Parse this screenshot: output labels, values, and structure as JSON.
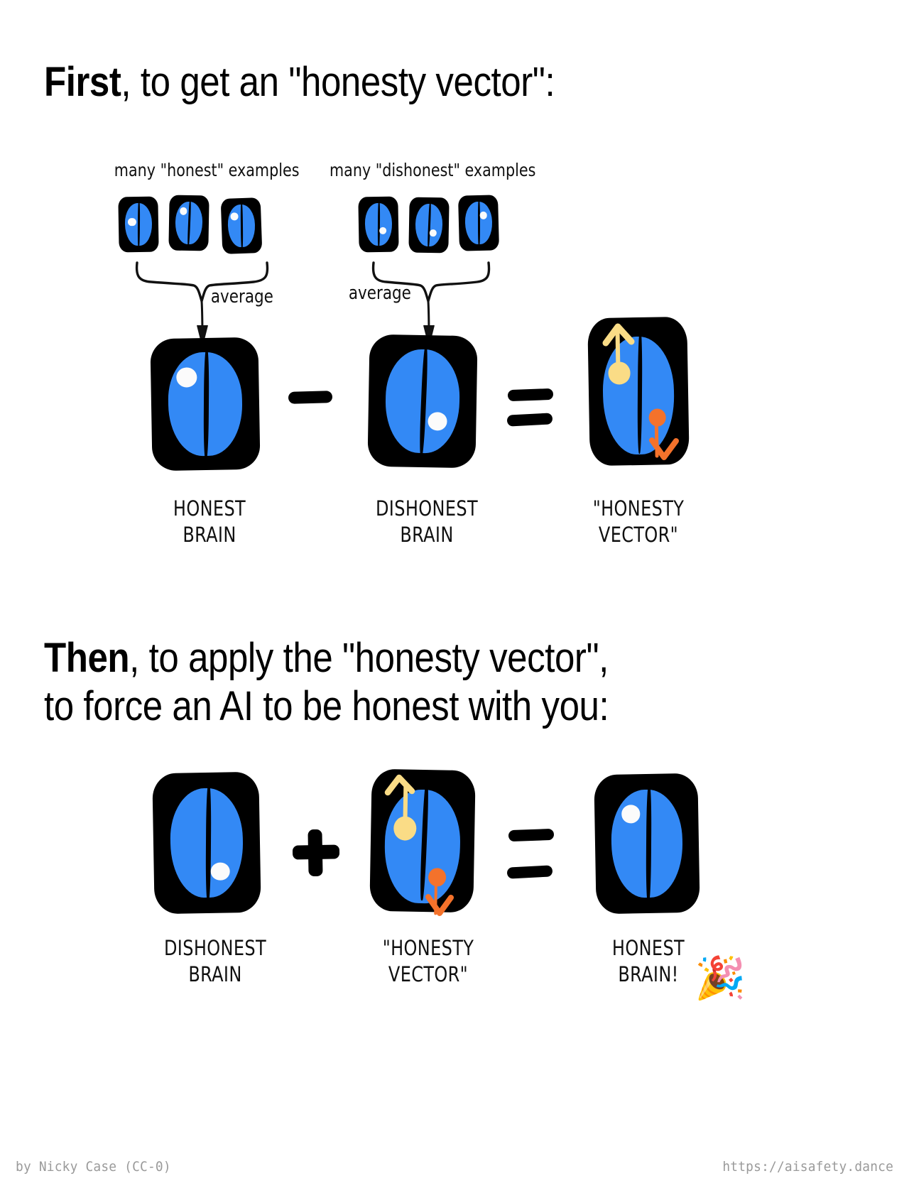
{
  "page": {
    "background": "#ffffff",
    "blue": "#3389F5",
    "yellow": "#FADC86",
    "orange": "#F4722B",
    "black": "#000000",
    "white_dot": "#fbfbfb"
  },
  "section_one": {
    "heading_bold": "First",
    "heading_rest": ", to get an \"honesty vector\":",
    "captions": {
      "honest_examples": "many \"honest\" examples",
      "dishonest_examples": "many \"dishonest\" examples"
    },
    "brace_labels": {
      "left": "average",
      "right": "average"
    },
    "figures": [
      {
        "label": "HONEST\nBRAIN",
        "kind": "honest-brain"
      },
      {
        "label": "DISHONEST\nBRAIN",
        "kind": "dishonest-brain"
      },
      {
        "label": "\"HONESTY\nVECTOR\"",
        "kind": "honesty-vector"
      }
    ],
    "operators": {
      "minus": "−",
      "equals": "="
    }
  },
  "section_two": {
    "heading_bold": "Then",
    "heading_rest": ", to apply the \"honesty vector\",\nto force an AI to be honest with you:",
    "figures": [
      {
        "label": "DISHONEST\nBRAIN",
        "kind": "dishonest-brain"
      },
      {
        "label": "\"HONESTY\nVECTOR\"",
        "kind": "honesty-vector"
      },
      {
        "label": "HONEST\nBRAIN!",
        "kind": "honest-brain"
      }
    ],
    "operators": {
      "plus": "+",
      "equals": "="
    },
    "celebration_emoji": "🎉"
  },
  "footer": {
    "credit": "by Nicky Case (CC-0)",
    "url": "https://aisafety.dance"
  }
}
